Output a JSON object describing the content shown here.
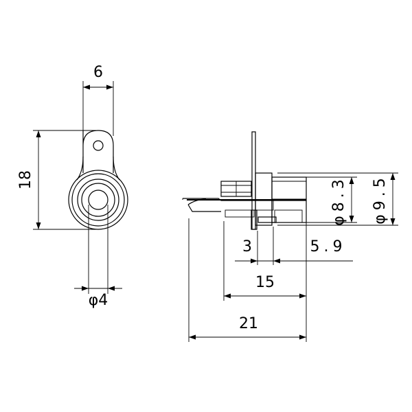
{
  "front_view": {
    "dim_width": "6",
    "dim_height": "18",
    "dim_bore": "φ4"
  },
  "side_view": {
    "dim_washer": "3",
    "dim_body": "5.9",
    "dim_length": "15",
    "dim_total": "21",
    "dim_inner_dia": "φ8.3",
    "dim_outer_dia": "φ9.5"
  }
}
